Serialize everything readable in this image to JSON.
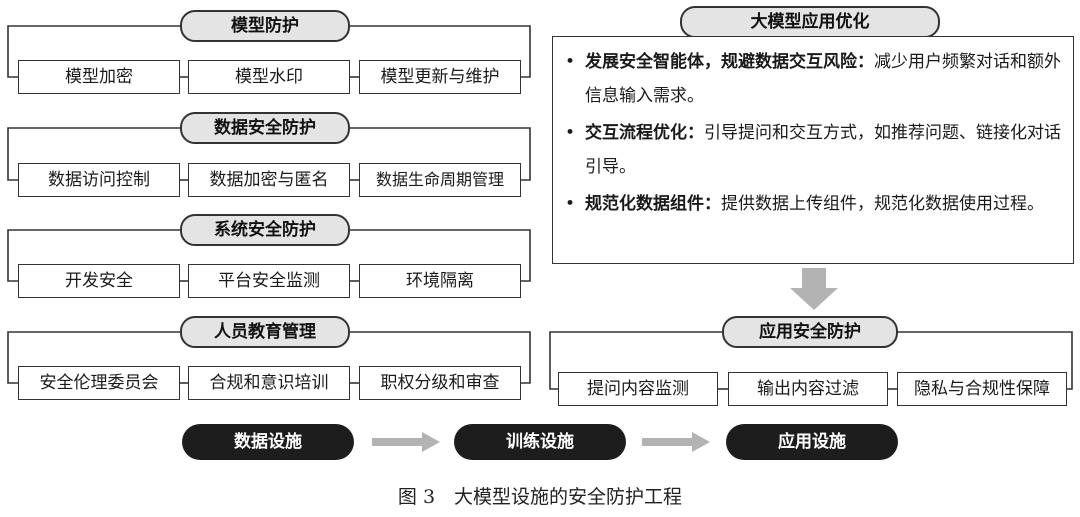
{
  "left_groups": [
    {
      "title": "模型防护",
      "items": [
        "模型加密",
        "模型水印",
        "模型更新与维护"
      ]
    },
    {
      "title": "数据安全防护",
      "items": [
        "数据访问控制",
        "数据加密与匿名",
        "数据生命周期管理"
      ]
    },
    {
      "title": "系统安全防护",
      "items": [
        "开发安全",
        "平台安全监测",
        "环境隔离"
      ]
    },
    {
      "title": "人员教育管理",
      "items": [
        "安全伦理委员会",
        "合规和意识培训",
        "职权分级和审查"
      ]
    }
  ],
  "optimization": {
    "title": "大模型应用优化",
    "bullets": [
      {
        "bold": "发展安全智能体，规避数据交互风险：",
        "text": "减少用户频繁对话和额外信息输入需求。"
      },
      {
        "bold": "交互流程优化：",
        "text": "引导提问和交互方式，如推荐问题、链接化对话引导。"
      },
      {
        "bold": "规范化数据组件：",
        "text": "提供数据上传组件，规范化数据使用过程。"
      }
    ]
  },
  "app_security": {
    "title": "应用安全防护",
    "items": [
      "提问内容监测",
      "输出内容过滤",
      "隐私与合规性保障"
    ]
  },
  "pipeline": [
    "数据设施",
    "训练设施",
    "应用设施"
  ],
  "caption": "图 3　大模型设施的安全防护工程",
  "colors": {
    "dark": "#1d1d1d",
    "pill": "#e4e4e4",
    "arrow": "#b3b3b3",
    "line": "#333333"
  }
}
